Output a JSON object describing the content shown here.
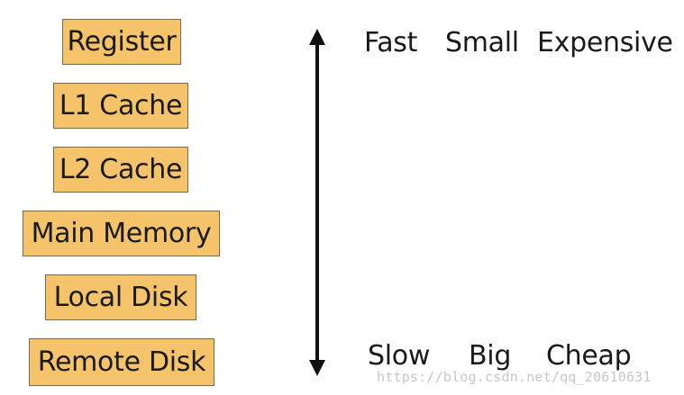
{
  "hierarchy": {
    "levels": [
      {
        "label": "Register"
      },
      {
        "label": "L1 Cache"
      },
      {
        "label": "L2 Cache"
      },
      {
        "label": "Main Memory"
      },
      {
        "label": "Local Disk"
      },
      {
        "label": "Remote Disk"
      }
    ],
    "box_color": "#f5c36a",
    "border_color": "#7a6a4a"
  },
  "scale": {
    "top": {
      "speed": "Fast",
      "size": "Small",
      "cost": "Expensive"
    },
    "bottom": {
      "speed": "Slow",
      "size": "Big",
      "cost": "Cheap"
    }
  },
  "watermark": "https://blog.csdn.net/qq_20610631"
}
